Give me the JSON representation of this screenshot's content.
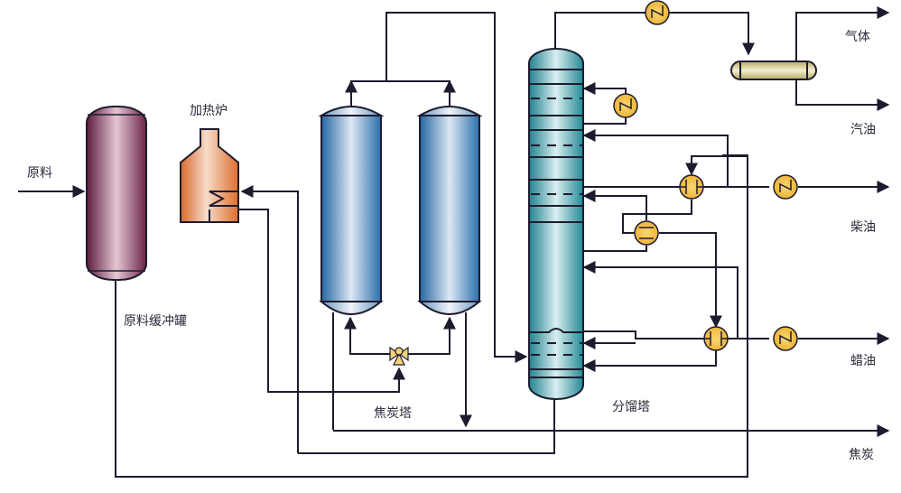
{
  "diagram": {
    "title": "延迟焦化工艺流程",
    "labels": {
      "feed": "原料",
      "heater": "加热炉",
      "buffer_tank": "原料缓冲罐",
      "coke_drums": "焦炭塔",
      "fractionator": "分馏塔",
      "gas": "气体",
      "gasoline": "汽油",
      "diesel": "柴油",
      "wax_oil": "蜡油",
      "coke": "焦炭"
    },
    "colors": {
      "buffer_tank": "#7a2a4e",
      "heater": "#e07a30",
      "coke_drum": "#2f74b0",
      "fractionator": "#2a8e9a",
      "exchanger": "#f2c44a",
      "separator": "#d8cc8a",
      "pipe": "#1c1c2e"
    }
  }
}
